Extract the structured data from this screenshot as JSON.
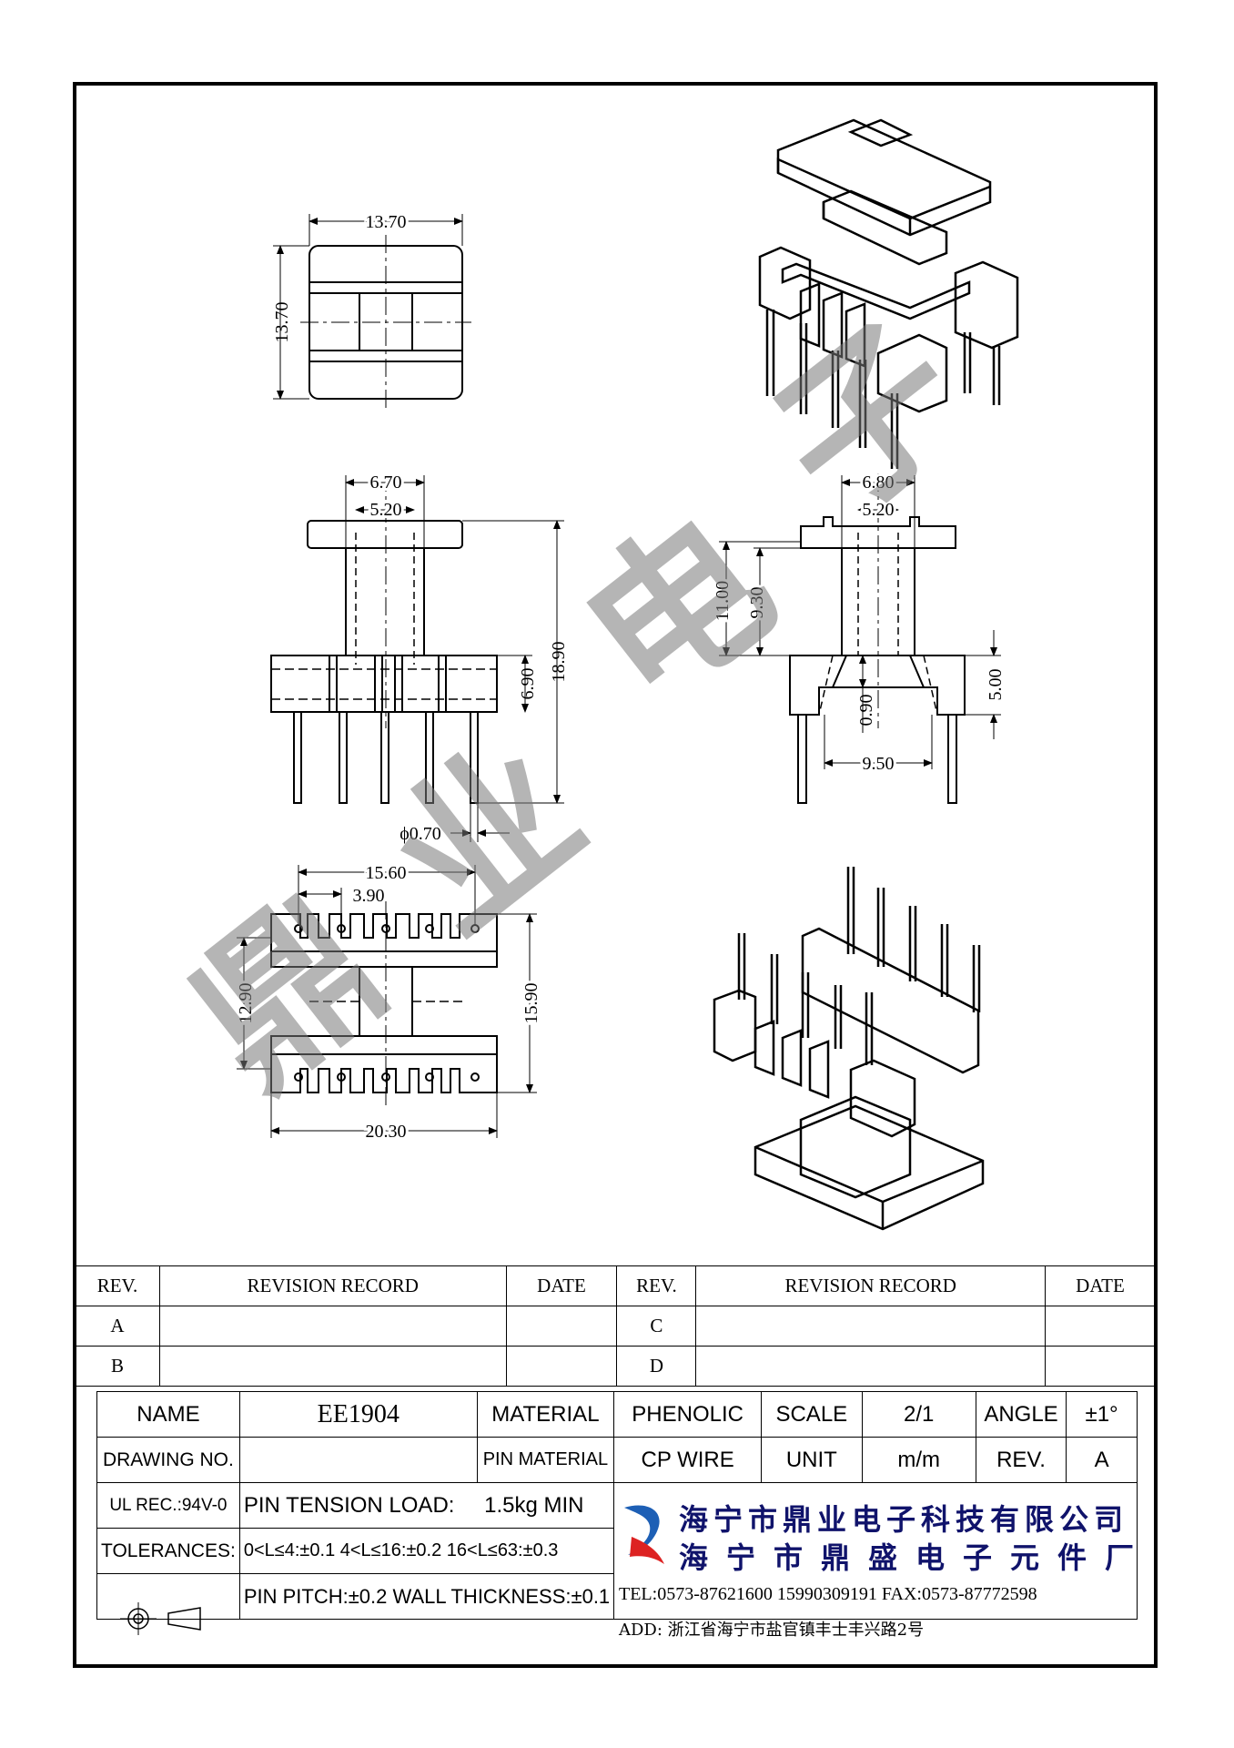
{
  "dimensions": {
    "top_width": "13.70",
    "top_height": "13.70",
    "front_outer": "6.70",
    "front_inner": "5.20",
    "front_total_height": "18.90",
    "front_base_height": "6.90",
    "pin_diameter": "ϕ0.70",
    "side_outer": "6.80",
    "side_inner": "5.20",
    "side_height_outer": "11.00",
    "side_height_inner": "9.30",
    "side_base_height": "5.00",
    "side_gap": "0.90",
    "side_pin_span": "9.50",
    "bottom_pin_span": "15.60",
    "bottom_pin_pitch": "3.90",
    "bottom_inner_height": "12.90",
    "bottom_outer_height": "15.90",
    "bottom_width": "20.30"
  },
  "watermark": [
    "鼎",
    "业",
    "电",
    "子"
  ],
  "revision_table": {
    "headers": [
      "REV.",
      "REVISION RECORD",
      "DATE",
      "REV.",
      "REVISION RECORD",
      "DATE"
    ],
    "rows": [
      [
        "A",
        "",
        "",
        "C",
        "",
        ""
      ],
      [
        "B",
        "",
        "",
        "D",
        "",
        ""
      ]
    ]
  },
  "title_block": {
    "name_label": "NAME",
    "name_value": "EE1904",
    "material_label": "MATERIAL",
    "material_value": "PHENOLIC",
    "scale_label": "SCALE",
    "scale_value": "2/1",
    "angle_label": "ANGLE",
    "angle_value": "±1°",
    "drawing_no_label": "DRAWING NO.",
    "drawing_no_value": "",
    "pin_material_label": "PIN MATERIAL",
    "pin_material_value": "CP WIRE",
    "unit_label": "UNIT",
    "unit_value": "m/m",
    "rev_label": "REV.",
    "rev_value": "A",
    "ul_rec": "UL REC.:94V-0",
    "pin_tension": "PIN TENSION LOAD:",
    "pin_tension_value": "1.5kg  MIN",
    "tolerances_label": "TOLERANCES:",
    "tolerances_value": "0<L≤4:±0.1  4<L≤16:±0.2  16<L≤63:±0.3",
    "pin_pitch": "PIN PITCH:±0.2 WALL THICKNESS:±0.1"
  },
  "company": {
    "name1": "海宁市鼎业电子科技有限公司",
    "name2": "海宁市鼎盛电子元件厂",
    "tel": "TEL:0573-87621600 15990309191   FAX:0573-87772598",
    "address": "ADD: 浙江省海宁市盐官镇丰士丰兴路2号"
  }
}
